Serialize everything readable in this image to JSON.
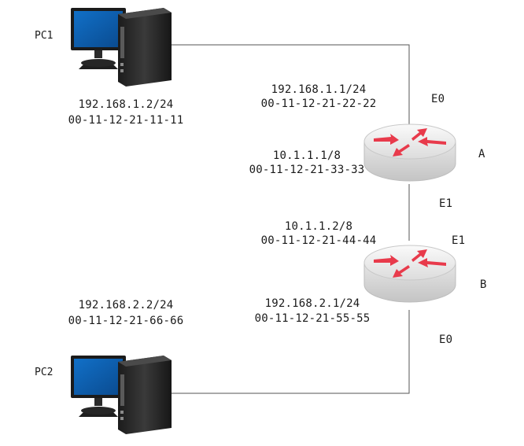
{
  "pc1": {
    "name": "PC1",
    "ip": "192.168.1.2/24",
    "mac": "00-11-12-21-11-11"
  },
  "pc2": {
    "name": "PC2",
    "ip": "192.168.2.2/24",
    "mac": "00-11-12-21-66-66"
  },
  "router_a": {
    "name": "A",
    "e0": {
      "label": "E0",
      "ip": "192.168.1.1/24",
      "mac": "00-11-12-21-22-22"
    },
    "e1": {
      "label": "E1",
      "ip": "10.1.1.1/8",
      "mac": "00-11-12-21-33-33"
    }
  },
  "router_b": {
    "name": "B",
    "e1": {
      "label": "E1",
      "ip": "10.1.1.2/8",
      "mac": "00-11-12-21-44-44"
    },
    "e0": {
      "label": "E0",
      "ip": "192.168.2.1/24",
      "mac": "00-11-12-21-55-55"
    }
  },
  "colors": {
    "link": "#555555",
    "router_arrow": "#e83a4b",
    "monitor_screen": "#0a5aa8",
    "tower": "#2a2a2a"
  }
}
